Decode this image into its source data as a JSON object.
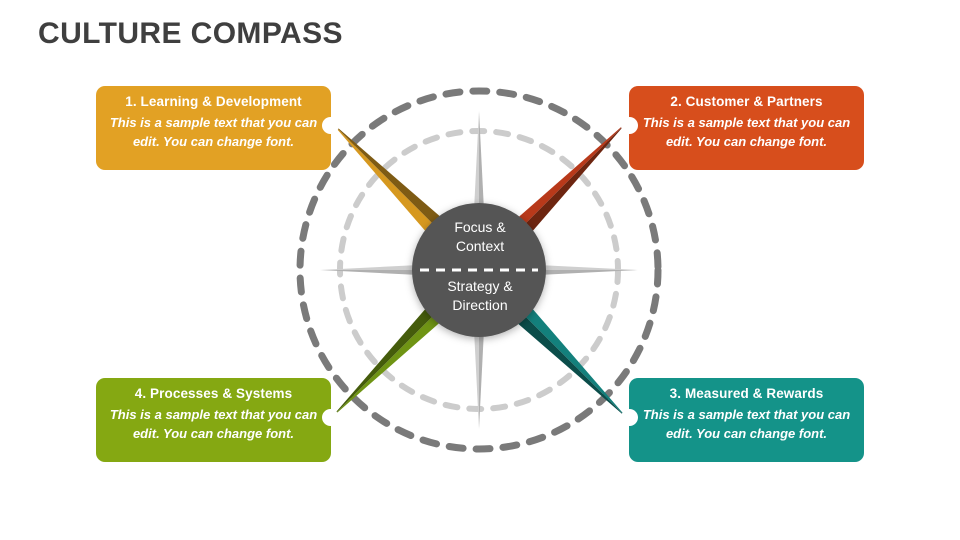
{
  "title": "CULTURE COMPASS",
  "boxes": [
    {
      "id": "box1",
      "title": "1. Learning & Development",
      "body": "This is a sample text that you can edit. You can change font.",
      "color": "#e2a124",
      "notch_side": "right"
    },
    {
      "id": "box2",
      "title": "2. Customer & Partners",
      "body": "This is a sample text that you can edit. You can change font.",
      "color": "#d74e1c",
      "notch_side": "left"
    },
    {
      "id": "box3",
      "title": "3. Measured & Rewards",
      "body": "This is a sample text that you can edit. You can change font.",
      "color": "#149389",
      "notch_side": "left"
    },
    {
      "id": "box4",
      "title": "4. Processes & Systems",
      "body": "This is a sample text that you can edit. You can change font.",
      "color": "#85a812",
      "notch_side": "right"
    }
  ],
  "compass": {
    "center": {
      "line1": "Focus &",
      "line2": "Context",
      "line3": "Strategy &",
      "line4": "Direction",
      "fill": "#555555",
      "divider": "dashed-white-line"
    },
    "rays": [
      {
        "name": "north-west-ray",
        "light": "#d6981f",
        "dark": "#7e5b14",
        "points_to": "box1"
      },
      {
        "name": "north-east-ray",
        "light": "#b8391a",
        "dark": "#6d2510",
        "points_to": "box2"
      },
      {
        "name": "south-east-ray",
        "light": "#13807c",
        "dark": "#0b4d4a",
        "points_to": "box3"
      },
      {
        "name": "south-west-ray",
        "light": "#6f9414",
        "dark": "#455c0c",
        "points_to": "box4"
      }
    ],
    "cardinal_points": {
      "light": "#c9c9c9",
      "dark": "#a8a8a8",
      "directions": [
        "north",
        "east",
        "south",
        "west"
      ]
    },
    "rings": [
      {
        "name": "outer-dashed-ring",
        "color": "#7a7a7a"
      },
      {
        "name": "inner-dashed-ring",
        "color": "#cccccc"
      }
    ]
  }
}
